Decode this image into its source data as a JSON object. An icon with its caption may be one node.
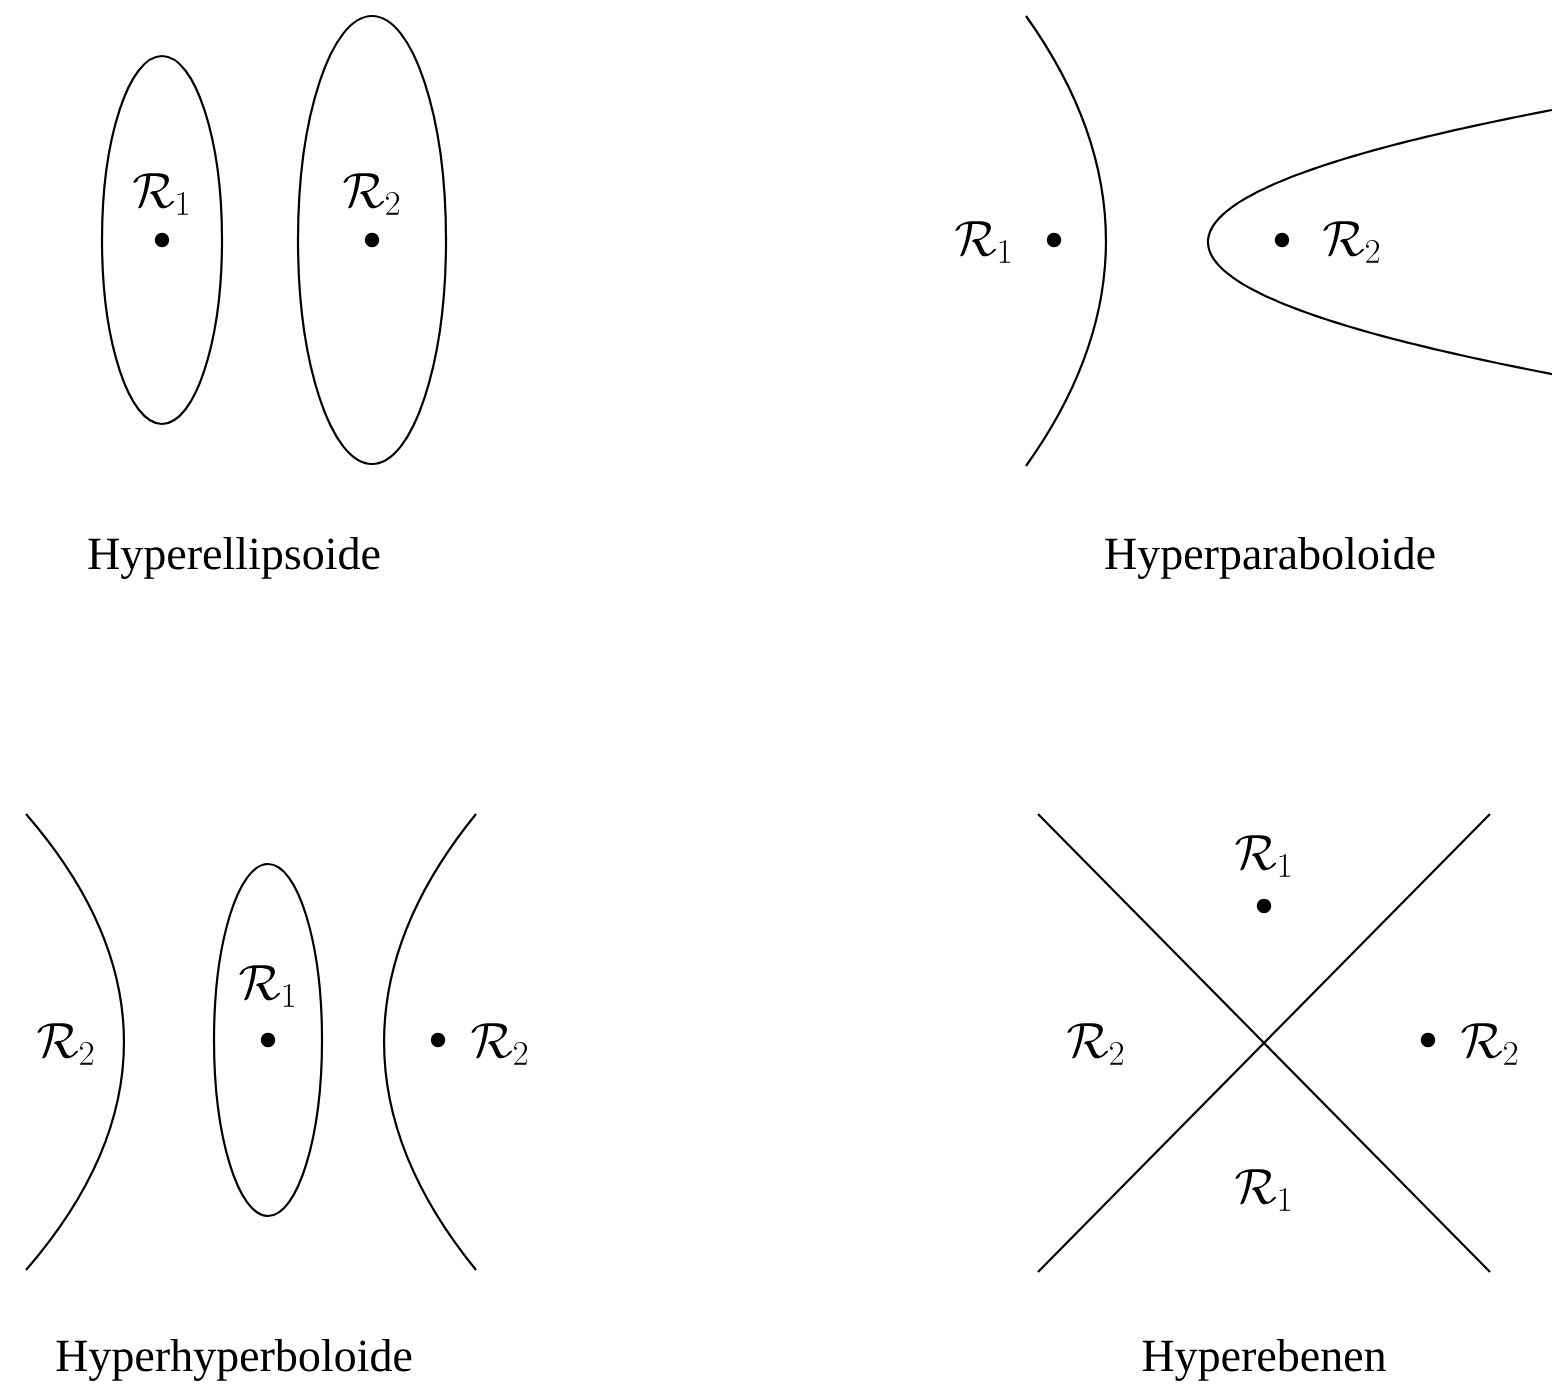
{
  "diagram": {
    "nodes": [
      {
        "text": [
          "\\mathcal{R}_1"
        ]
      },
      {
        "text": [
          "\\mathcal{R}_2"
        ]
      },
      {
        "text": [
          "\\mathcal{R}_1"
        ]
      }
    ],
    "labels": [
      "\\mathcal{R}_1",
      "\\mathcal{R}_2",
      "Hyperellipsoide",
      "Hyperparaboloide",
      "\\mathcal{R}_2",
      "\\mathcal{R}_2",
      "\\mathcal{R}_1",
      "\\mathcal{R}_2",
      "\\mathcal{R}_2",
      "\\mathcal{R}_1",
      "Hyperhyperboloide",
      "Hyperebenen"
    ]
  }
}
